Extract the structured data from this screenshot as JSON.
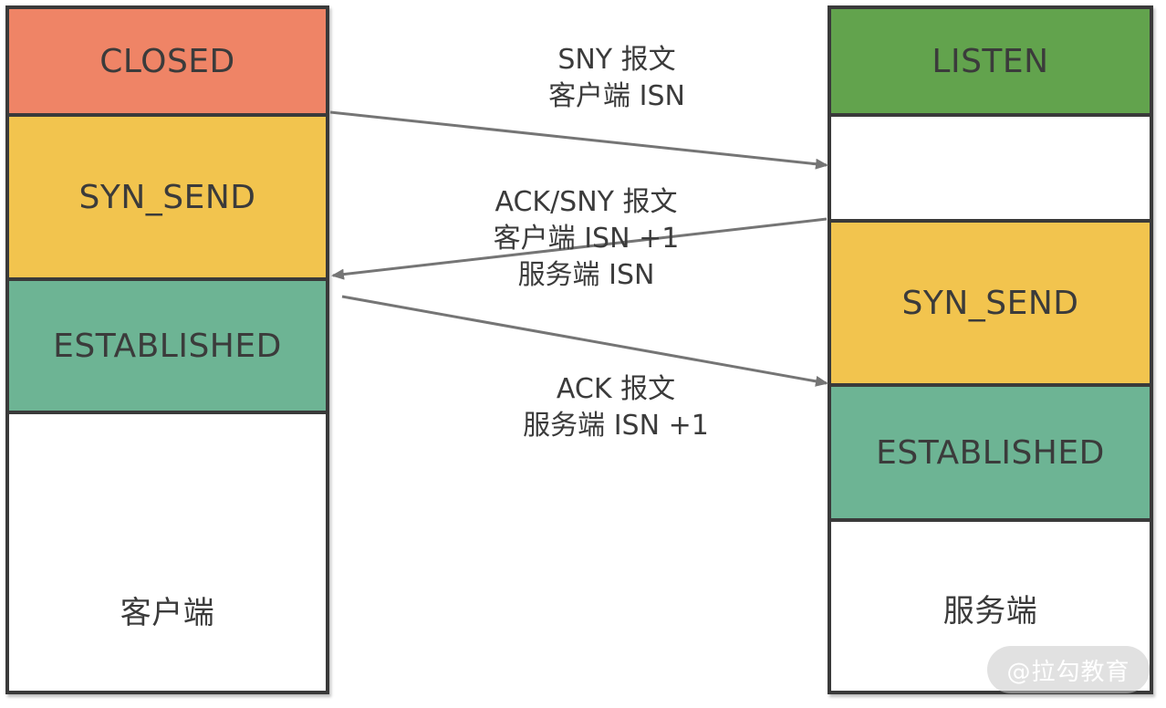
{
  "client": {
    "states": [
      "CLOSED",
      "SYN_SEND",
      "ESTABLISHED"
    ],
    "label": "客户端"
  },
  "server": {
    "states": [
      "LISTEN",
      "SYN_SEND",
      "ESTABLISHED"
    ],
    "label": "服务端"
  },
  "messages": [
    {
      "lines": [
        "SNY 报文",
        "客户端 ISN"
      ]
    },
    {
      "lines": [
        "ACK/SNY 报文",
        "客户端 ISN +1",
        "服务端 ISN"
      ]
    },
    {
      "lines": [
        "ACK 报文",
        "服务端 ISN +1"
      ]
    }
  ],
  "colors": {
    "closed": "#ef8466",
    "syn_send": "#f2c44e",
    "established": "#6db494",
    "listen": "#62a34d",
    "border": "#3a3a3a",
    "arrow": "#757575"
  },
  "watermark": "@拉勾教育"
}
